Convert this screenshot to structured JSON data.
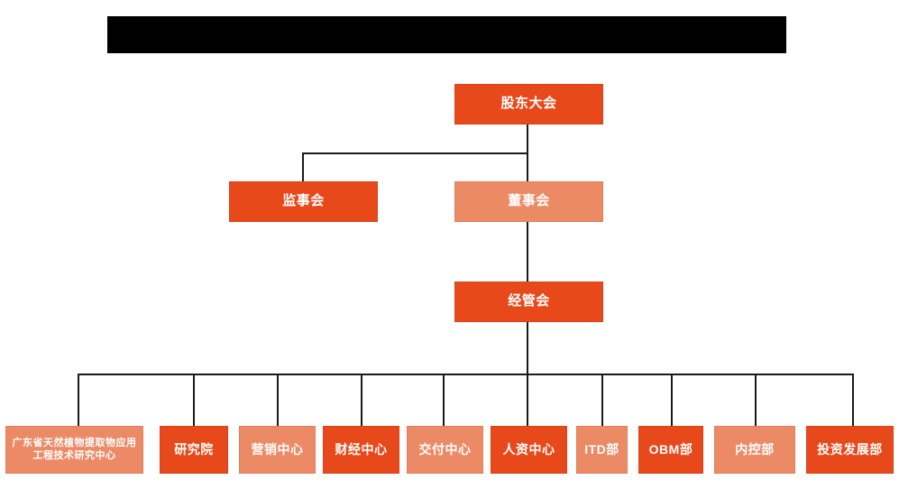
{
  "chart": {
    "type": "org-chart",
    "title_banner": {
      "text": "",
      "redacted": true
    },
    "colors": {
      "dark_orange": "#E8491B",
      "light_orange": "#ED8A66",
      "line": "#1A1A1A",
      "background": "#FFFFFF",
      "text": "#FFFFFF"
    },
    "levels": [
      {
        "level": 1,
        "nodes": [
          {
            "id": "shareholders",
            "label": "股东大会",
            "shade": "dark"
          }
        ]
      },
      {
        "level": 2,
        "nodes": [
          {
            "id": "supervisory",
            "label": "监事会",
            "shade": "dark"
          },
          {
            "id": "board",
            "label": "董事会",
            "shade": "light"
          }
        ]
      },
      {
        "level": 3,
        "nodes": [
          {
            "id": "management",
            "label": "经管会",
            "shade": "dark"
          }
        ]
      },
      {
        "level": 4,
        "nodes": [
          {
            "id": "gd-research-center",
            "label": "广东省天然植物提取物应用工程技术研究中心",
            "shade": "light"
          },
          {
            "id": "research-institute",
            "label": "研究院",
            "shade": "dark"
          },
          {
            "id": "marketing-center",
            "label": "营销中心",
            "shade": "light"
          },
          {
            "id": "finance-center",
            "label": "财经中心",
            "shade": "dark"
          },
          {
            "id": "delivery-center",
            "label": "交付中心",
            "shade": "light"
          },
          {
            "id": "hr-center",
            "label": "人资中心",
            "shade": "dark"
          },
          {
            "id": "itd-department",
            "label": "ITD部",
            "shade": "light"
          },
          {
            "id": "obm-department",
            "label": "OBM部",
            "shade": "dark"
          },
          {
            "id": "internal-control-department",
            "label": "内控部",
            "shade": "light"
          },
          {
            "id": "investment-development-department",
            "label": "投资发展部",
            "shade": "dark"
          }
        ]
      }
    ]
  }
}
